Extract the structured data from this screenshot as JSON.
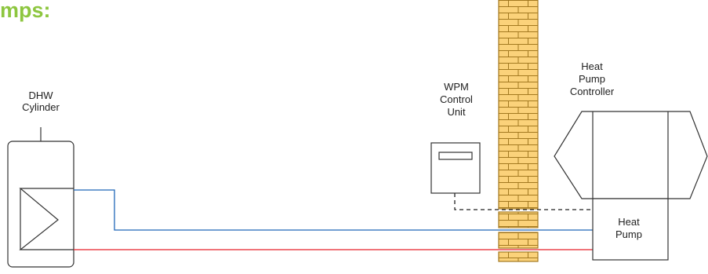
{
  "heading": "mps:",
  "labels": {
    "dhw_cylinder": [
      "DHW",
      "Cylinder"
    ],
    "wpm_control_unit": [
      "WPM",
      "Control",
      "Unit"
    ],
    "heat_pump_controller": [
      "Heat",
      "Pump",
      "Controller"
    ],
    "heat_pump": [
      "Heat",
      "Pump"
    ]
  },
  "colors": {
    "heading": "#8dc63f",
    "flow_pipe": "#1f66b8",
    "return_pipe": "#e8202a",
    "brick_fill": "#fbd27a",
    "brick_mortar": "#a37920",
    "outline": "#333333"
  }
}
